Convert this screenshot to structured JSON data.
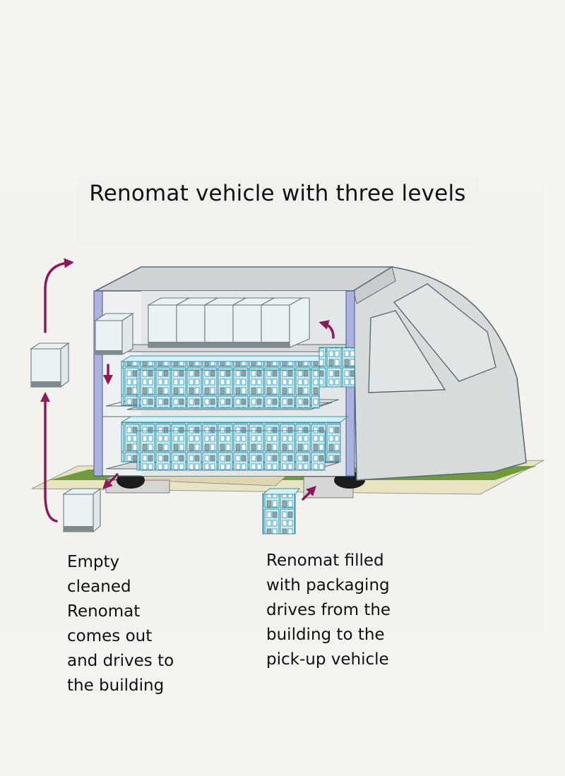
{
  "title": "Renomat vehicle with three levels",
  "captions": {
    "empty_renomat": "Empty\ncleaned\nRenomat\ncomes out\nand drives to\nthe building",
    "filled_renomat": "Renomat filled\nwith packaging\ndrives from the\nbuilding to the\npick-up vehicle"
  },
  "colors": {
    "arrow": "#8c1a5a",
    "vehicle_body": "#d9dcdd",
    "vehicle_outline": "#5b6d74",
    "ground_green": "#6e9a3c",
    "ground_sand": "#e7e3bf",
    "packaging": "#bfeaf2",
    "pillar": "#aab2df"
  },
  "icons": {
    "arrow_up": "arrow-up-icon",
    "arrow_down": "arrow-down-icon"
  }
}
